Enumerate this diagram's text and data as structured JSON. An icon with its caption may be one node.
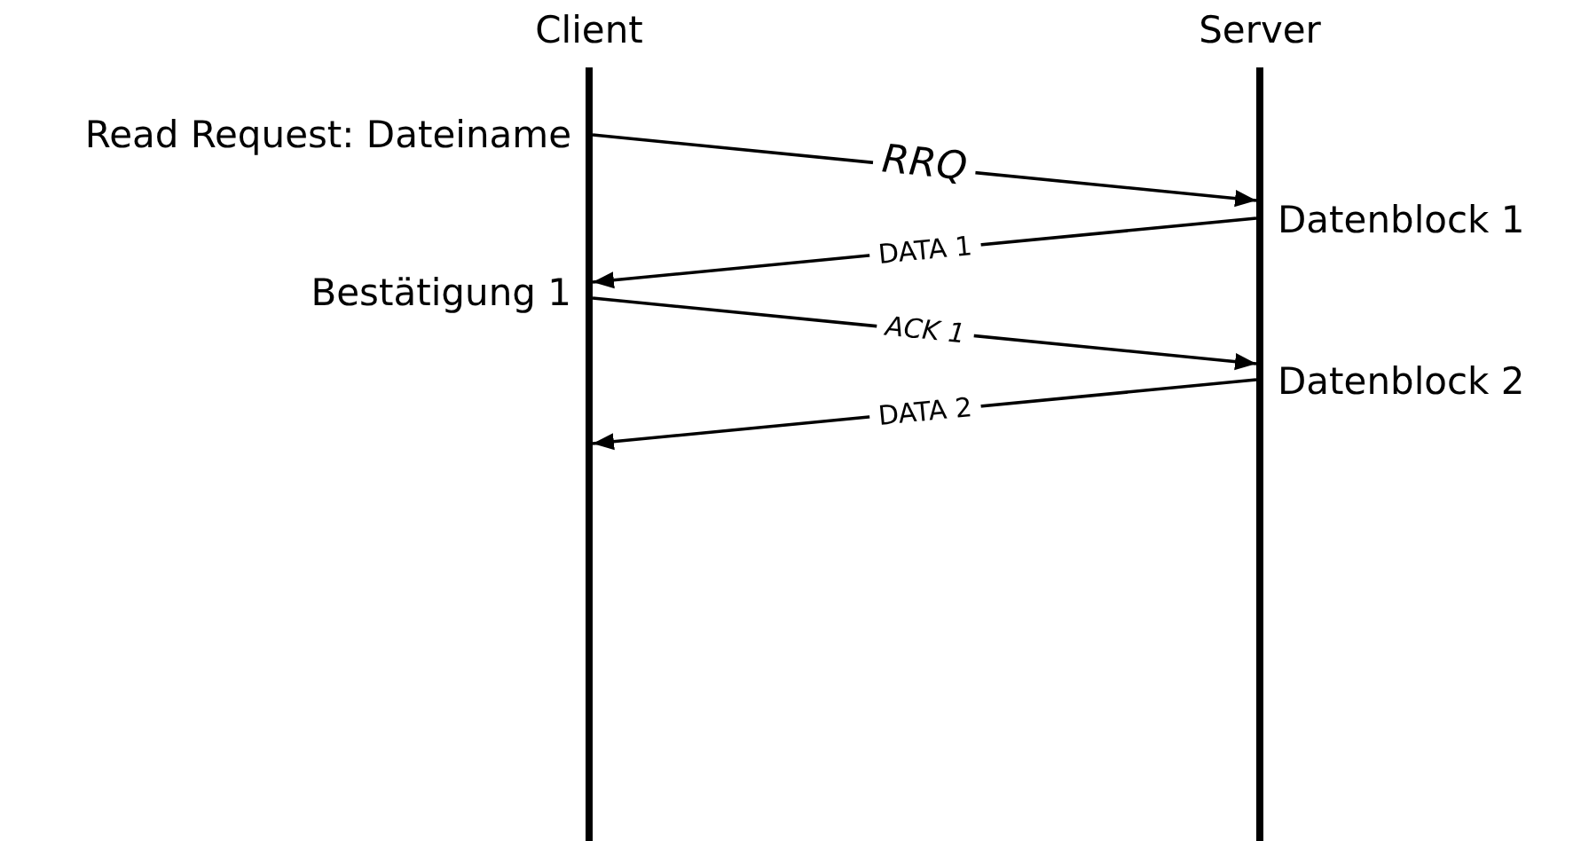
{
  "diagram": {
    "nodes": [
      {
        "text": [
          "Client"
        ]
      },
      {
        "text": [
          "Server"
        ]
      }
    ],
    "edges": [
      {
        "from": 0,
        "to": 1,
        "arrow": "to",
        "label": "RRQ"
      },
      {
        "from": 1,
        "to": 0,
        "arrow": "to",
        "label": "DATA 1"
      },
      {
        "from": 0,
        "to": 1,
        "arrow": "to",
        "label": "ACK 1"
      },
      {
        "from": 1,
        "to": 0,
        "arrow": "to",
        "label": "DATA 2"
      }
    ],
    "labels": [
      "Read Request: Dateiname",
      "Datenblock 1",
      "Bestätigung 1",
      "Datenblock 2"
    ]
  }
}
